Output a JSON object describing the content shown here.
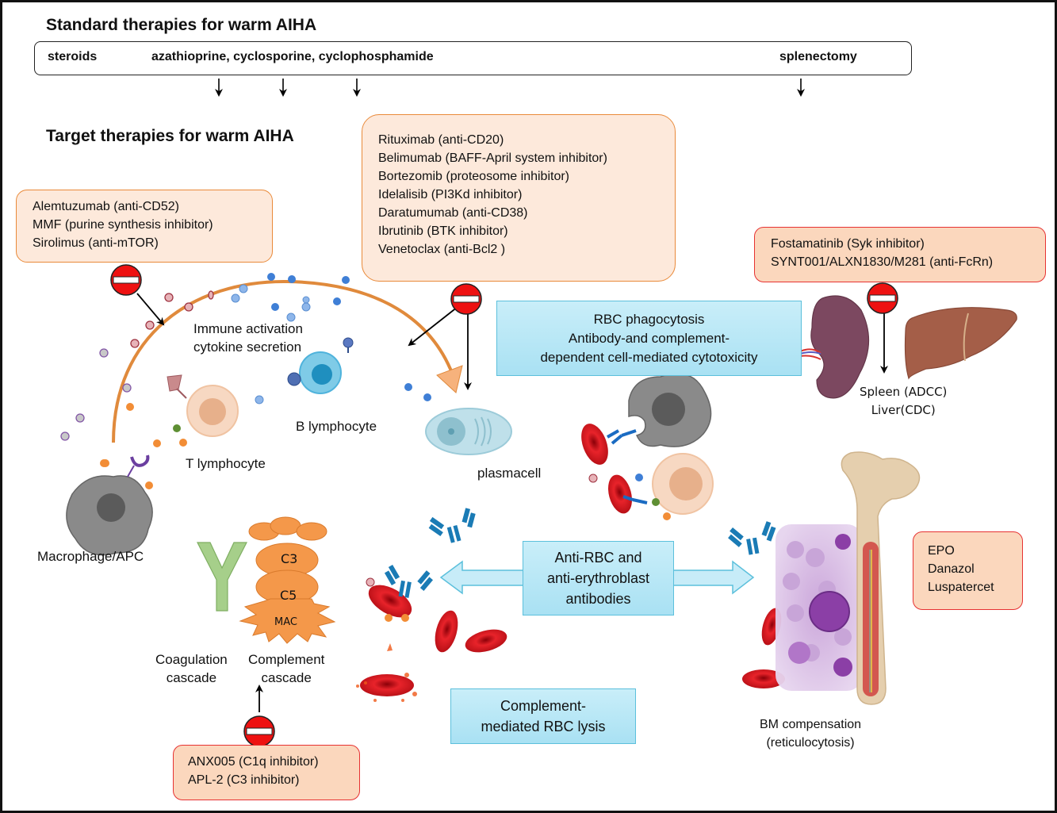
{
  "standard": {
    "title": "Standard therapies for warm AIHA",
    "items": [
      "steroids",
      "azathioprine, cyclosporine, cyclophosphamide",
      "splenectomy"
    ]
  },
  "target": {
    "title": "Target therapies for warm AIHA"
  },
  "drug_boxes": {
    "t_cell": [
      "Alemtuzumab (anti-CD52)",
      "MMF (purine synthesis inhibitor)",
      "Sirolimus (anti-mTOR)"
    ],
    "b_cell": [
      "Rituximab (anti-CD20)",
      "Belimumab (BAFF-April system inhibitor)",
      "Bortezomib (proteosome inhibitor)",
      "Idelalisib (PI3Kd inhibitor)",
      "Daratumumab (anti-CD38)",
      "Ibrutinib (BTK inhibitor)",
      "Venetoclax (anti-Bcl2 )"
    ],
    "phagocytosis": [
      "Fostamatinib (Syk inhibitor)",
      "SYNT001/ALXN1830/M281 (anti-FcRn)"
    ],
    "complement": [
      "ANX005 (C1q inhibitor)",
      "APL-2 (C3 inhibitor)"
    ],
    "marrow": [
      "EPO",
      "Danazol",
      "Luspatercet"
    ]
  },
  "process_boxes": {
    "phagocytosis": [
      "RBC phagocytosis",
      "Antibody-and complement-",
      "dependent cell-mediated cytotoxicity"
    ],
    "antibodies": [
      "Anti-RBC and",
      "anti-erythroblast",
      "antibodies"
    ],
    "lysis": [
      "Complement-",
      "mediated RBC lysis"
    ]
  },
  "labels": {
    "immune_activation": [
      "Immune activation",
      "cytokine secretion"
    ],
    "b_lymphocyte": "B lymphocyte",
    "t_lymphocyte": "T lymphocyte",
    "plasmacell": "plasmacell",
    "macrophage": "Macrophage/APC",
    "coagulation": [
      "Coagulation",
      "cascade"
    ],
    "complement": [
      "Complement",
      "cascade"
    ],
    "c3": "C3",
    "c5": "C5",
    "mac": "MAC",
    "spleen_liver": [
      "Spleen (ADCC)",
      "Liver(CDC)"
    ],
    "bm": [
      "BM compensation",
      "(reticulocytosis)"
    ]
  },
  "colors": {
    "orange_box_fill": "#fde9db",
    "orange_box_border": "#e98a3a",
    "red_box_fill": "#fbd7bd",
    "red_box_border": "#e63232",
    "process_box_fill": "#b5e6f5",
    "inhibitor_sign": "#ee0000"
  }
}
